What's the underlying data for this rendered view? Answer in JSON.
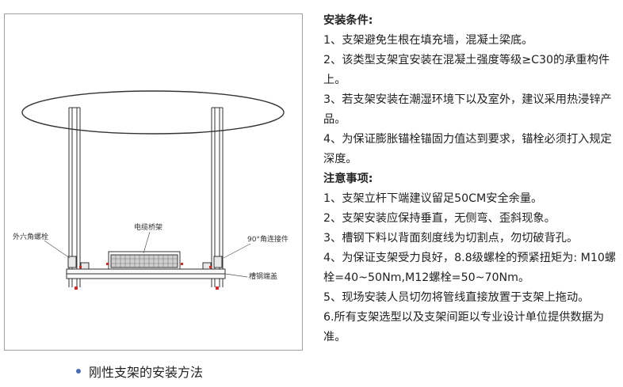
{
  "figure": {
    "labels": {
      "cable_tray": "电缆桥架",
      "hex_bolt": "外六角螺栓",
      "angle_connector": "90°角连接件",
      "channel_cap": "槽钢端盖"
    },
    "caption": "刚性支架的安装方法"
  },
  "install_conditions": {
    "heading": "安装条件:",
    "items": [
      "1、支架避免生根在填充墙，混凝土梁底。",
      "2、该类型支架宜安装在混凝土强度等级≥C30的承重构件上。",
      "3、若支架安装在潮湿环境下以及室外，建议采用热浸锌产品。",
      "4、为保证膨胀锚栓锚固力值达到要求，锚栓必须打入规定深度。"
    ]
  },
  "notes": {
    "heading": "注意事项:",
    "items": [
      "1、支架立杆下端建议留足50CM安全余量。",
      "2、支架安装应保持垂直，无侧弯、歪斜现象。",
      "3、槽钢下料以背面刻度线为切割点，勿切破背孔。",
      "4、为保证支架受力良好，8.8级螺栓的预紧扭矩为: M10螺栓=40~50Nm,M12螺栓=50~70Nm。",
      "5、现场安装人员切勿将管线直接放置于支架上拖动。",
      "6.所有支架选型以及支架间距以专业设计单位提供数据为准。"
    ]
  }
}
